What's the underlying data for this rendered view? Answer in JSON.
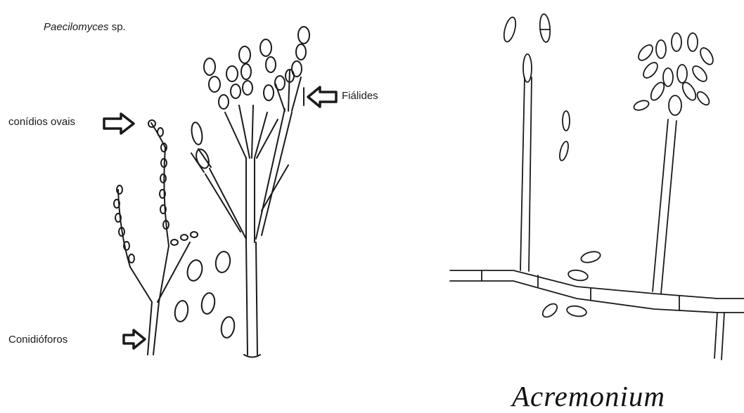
{
  "left_panel": {
    "title_genus": "Paecilomyces",
    "title_suffix": " sp.",
    "label_conidia": "conídios ovais",
    "label_phialides": "Fiálides",
    "label_conidiophore": "Conidióforos"
  },
  "right_panel": {
    "title": "Acremonium"
  },
  "colors": {
    "ink": "#1a1a1a",
    "background": "#ffffff"
  }
}
